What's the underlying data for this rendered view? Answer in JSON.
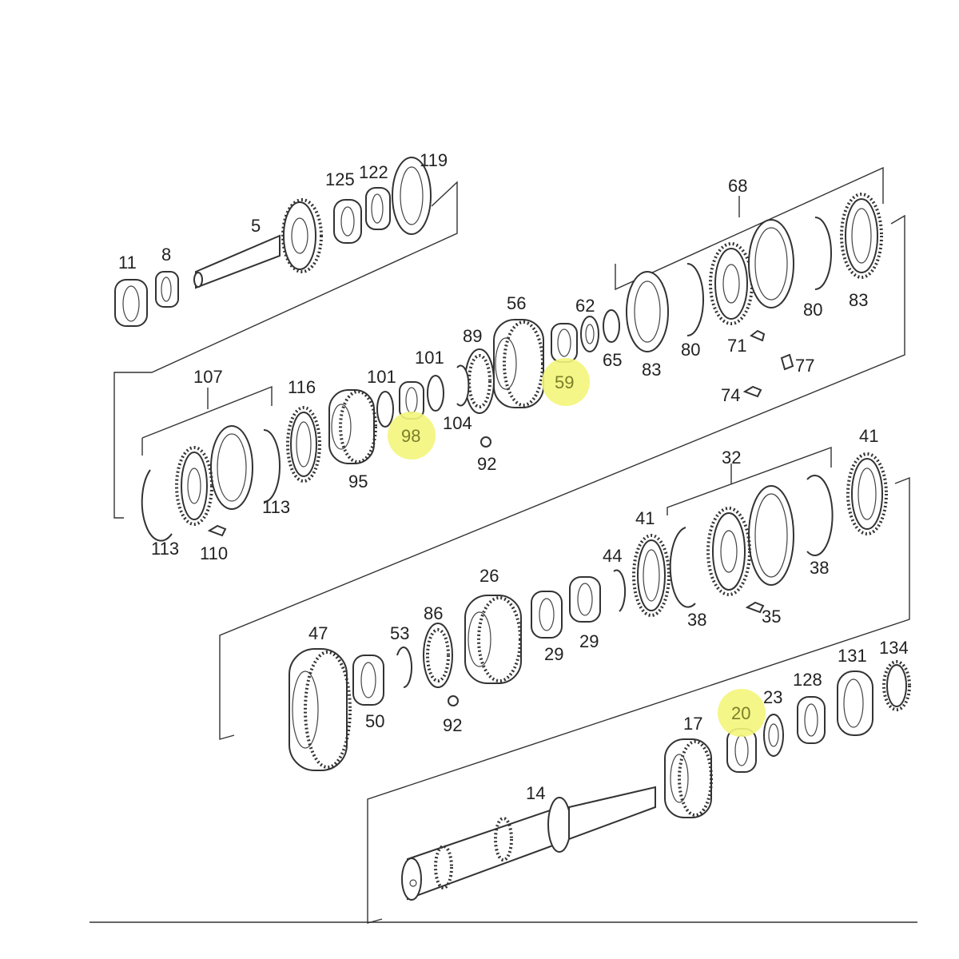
{
  "labels": {
    "p11": "11",
    "p8": "8",
    "p5": "5",
    "p125": "125",
    "p122": "122",
    "p119": "119",
    "p68": "68",
    "p83a": "83",
    "p80a": "80",
    "p71": "71",
    "p80b": "80",
    "p83b": "83",
    "p77": "77",
    "p74": "74",
    "p62": "62",
    "p65": "65",
    "p56": "56",
    "p59": "59",
    "p89": "89",
    "p101a": "101",
    "p104": "104",
    "p101b": "101",
    "p98": "98",
    "p92a": "92",
    "p116": "116",
    "p95": "95",
    "p107": "107",
    "p113a": "113",
    "p113b": "113",
    "p110": "110",
    "p41a": "41",
    "p32": "32",
    "p38a": "38",
    "p41b": "41",
    "p44": "44",
    "p38b": "38",
    "p35": "35",
    "p26": "26",
    "p29a": "29",
    "p29b": "29",
    "p86": "86",
    "p53": "53",
    "p47": "47",
    "p50": "50",
    "p92b": "92",
    "p134": "134",
    "p131": "131",
    "p128": "128",
    "p23": "23",
    "p20": "20",
    "p17": "17",
    "p14": "14"
  },
  "highlight_color": "#f3f57a"
}
